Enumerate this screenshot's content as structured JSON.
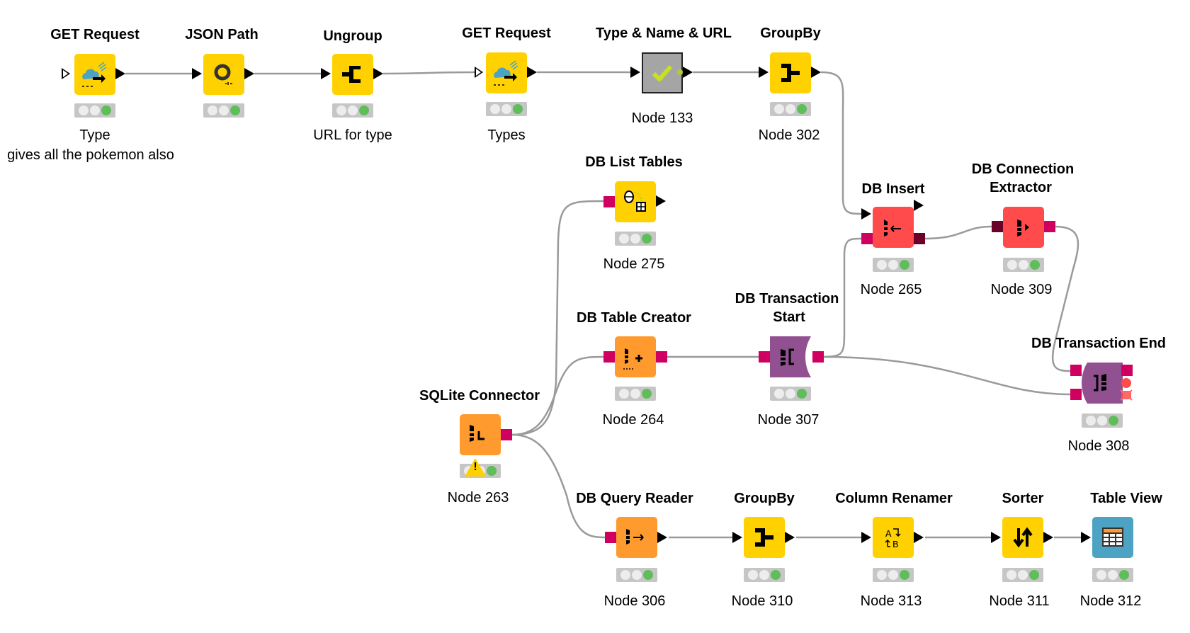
{
  "workflow": {
    "colors": {
      "manipulator": "#ffd100",
      "db_orange": "#ff9a2e",
      "db_red": "#ff4b4b",
      "view": "#4ca3c3",
      "transaction": "#91508f",
      "metanode": "#a5a5a5",
      "db_port": "#d00060",
      "db_port_dark": "#6b0029",
      "status_green": "#5fbe5a",
      "connection": "#9a9a9a"
    },
    "nodes": [
      {
        "id": "get1",
        "title": "GET Request",
        "label": "Type",
        "label2": "gives all the pokemon also",
        "icon": "cloud-request-icon",
        "status": "executed"
      },
      {
        "id": "jsonpath",
        "title": "JSON Path",
        "label": "",
        "icon": "json-path-icon",
        "status": "executed"
      },
      {
        "id": "ungroup",
        "title": "Ungroup",
        "label": "URL for type",
        "icon": "ungroup-icon",
        "status": "executed"
      },
      {
        "id": "get2",
        "title": "GET Request",
        "label": "Types",
        "icon": "cloud-request-icon",
        "status": "executed"
      },
      {
        "id": "meta133",
        "title": "Type & Name & URL",
        "label": "Node 133",
        "icon": "metanode-check-icon",
        "status": "executed"
      },
      {
        "id": "groupby302",
        "title": "GroupBy",
        "label": "Node 302",
        "icon": "groupby-icon",
        "status": "executed"
      },
      {
        "id": "dblist",
        "title": "DB List Tables",
        "label": "Node 275",
        "icon": "db-list-tables-icon",
        "status": "executed"
      },
      {
        "id": "dbinsert",
        "title": "DB Insert",
        "label": "Node 265",
        "icon": "db-insert-icon",
        "status": "executed"
      },
      {
        "id": "dbextract",
        "title": "DB Connection",
        "title2": "Extractor",
        "label": "Node 309",
        "icon": "db-connection-extractor-icon",
        "status": "executed"
      },
      {
        "id": "dbcreator",
        "title": "DB Table Creator",
        "label": "Node 264",
        "icon": "db-table-creator-icon",
        "status": "executed"
      },
      {
        "id": "txstart",
        "title": "DB Transaction",
        "title2": "Start",
        "label": "Node 307",
        "icon": "db-transaction-start-icon",
        "status": "executed"
      },
      {
        "id": "txend",
        "title": "DB Transaction End",
        "label": "Node 308",
        "icon": "db-transaction-end-icon",
        "status": "executed"
      },
      {
        "id": "sqlite",
        "title": "SQLite Connector",
        "label": "Node 263",
        "icon": "sqlite-connector-icon",
        "status": "executed-with-warning"
      },
      {
        "id": "dbquery",
        "title": "DB Query Reader",
        "label": "Node 306",
        "icon": "db-query-reader-icon",
        "status": "executed"
      },
      {
        "id": "groupby310",
        "title": "GroupBy",
        "label": "Node 310",
        "icon": "groupby-icon",
        "status": "executed"
      },
      {
        "id": "renamer",
        "title": "Column Renamer",
        "label": "Node 313",
        "icon": "column-renamer-icon",
        "status": "executed"
      },
      {
        "id": "sorter",
        "title": "Sorter",
        "label": "Node 311",
        "icon": "sorter-icon",
        "status": "executed"
      },
      {
        "id": "tableview",
        "title": "Table View",
        "label": "Node 312",
        "icon": "table-view-icon",
        "status": "executed"
      }
    ],
    "glyph_text": {
      "renamer_top": "A",
      "renamer_bottom": "B",
      "warning": "!"
    }
  }
}
